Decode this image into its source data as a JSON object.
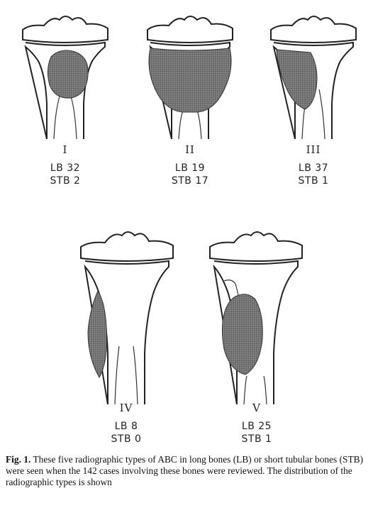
{
  "figure": {
    "types": [
      {
        "numeral": "I",
        "lb": "LB 32",
        "stb": "STB  2"
      },
      {
        "numeral": "II",
        "lb": "LB 19",
        "stb": "STB 17"
      },
      {
        "numeral": "III",
        "lb": "LB 37",
        "stb": "STB  1"
      },
      {
        "numeral": "IV",
        "lb": "LB  8",
        "stb": "STB  0"
      },
      {
        "numeral": "V",
        "lb": "LB 25",
        "stb": "STB  1"
      }
    ],
    "caption_label": "Fig. 1.",
    "caption_text": "These five radiographic types of ABC in long bones (LB) or short tubular bones (STB) were seen when the 142 cases involving these bones were reviewed. The distribution of the radiographic types is shown"
  }
}
